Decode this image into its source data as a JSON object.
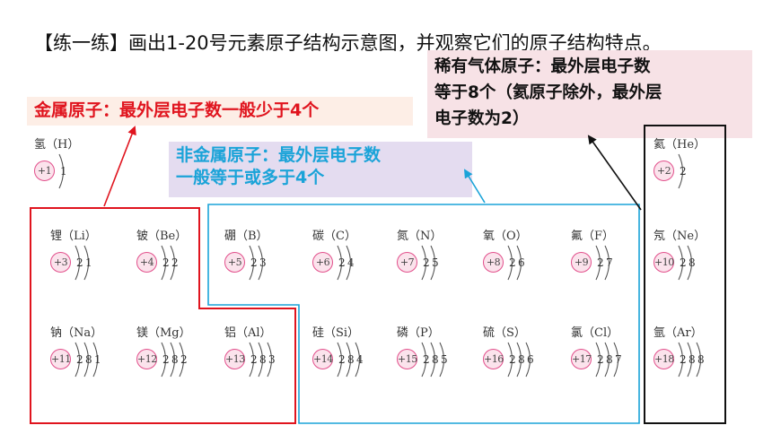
{
  "title": "【练一练】画出1-20号元素原子结构示意图，并观察它们的原子结构特点。",
  "callouts": {
    "metal": "金属原子：最外层电子数一般少于4个",
    "nonmetal_line1": "非金属原子：最外层电子数",
    "nonmetal_line2": "一般等于或多于4个",
    "noble_line1": "稀有气体原子：最外层电子数",
    "noble_line2": "等于8个（氦原子除外，最外层",
    "noble_line3": "电子数为2）"
  },
  "colors": {
    "metal": "#e0141e",
    "nonmetal": "#1aa3d8",
    "noble": "#000000"
  },
  "elements": [
    {
      "name": "氢（H）",
      "nucleus": "+1",
      "shells": [
        "1"
      ]
    },
    {
      "name": "氦（He）",
      "nucleus": "+2",
      "shells": [
        "2"
      ]
    },
    {
      "name": "锂（Li）",
      "nucleus": "+3",
      "shells": [
        "2",
        "1"
      ]
    },
    {
      "name": "铍（Be）",
      "nucleus": "+4",
      "shells": [
        "2",
        "2"
      ]
    },
    {
      "name": "硼（B）",
      "nucleus": "+5",
      "shells": [
        "2",
        "3"
      ]
    },
    {
      "name": "碳（C）",
      "nucleus": "+6",
      "shells": [
        "2",
        "4"
      ]
    },
    {
      "name": "氮（N）",
      "nucleus": "+7",
      "shells": [
        "2",
        "5"
      ]
    },
    {
      "name": "氧（O）",
      "nucleus": "+8",
      "shells": [
        "2",
        "6"
      ]
    },
    {
      "name": "氟（F）",
      "nucleus": "+9",
      "shells": [
        "2",
        "7"
      ]
    },
    {
      "name": "氖（Ne）",
      "nucleus": "+10",
      "shells": [
        "2",
        "8"
      ]
    },
    {
      "name": "钠（Na）",
      "nucleus": "+11",
      "shells": [
        "2",
        "8",
        "1"
      ]
    },
    {
      "name": "镁（Mg）",
      "nucleus": "+12",
      "shells": [
        "2",
        "8",
        "2"
      ]
    },
    {
      "name": "铝（Al）",
      "nucleus": "+13",
      "shells": [
        "2",
        "8",
        "3"
      ]
    },
    {
      "name": "硅（Si）",
      "nucleus": "+14",
      "shells": [
        "2",
        "8",
        "4"
      ]
    },
    {
      "name": "磷（P）",
      "nucleus": "+15",
      "shells": [
        "2",
        "8",
        "5"
      ]
    },
    {
      "name": "硫（S）",
      "nucleus": "+16",
      "shells": [
        "2",
        "8",
        "6"
      ]
    },
    {
      "name": "氯（Cl）",
      "nucleus": "+17",
      "shells": [
        "2",
        "8",
        "7"
      ]
    },
    {
      "name": "氩（Ar）",
      "nucleus": "+18",
      "shells": [
        "2",
        "8",
        "8"
      ]
    }
  ]
}
